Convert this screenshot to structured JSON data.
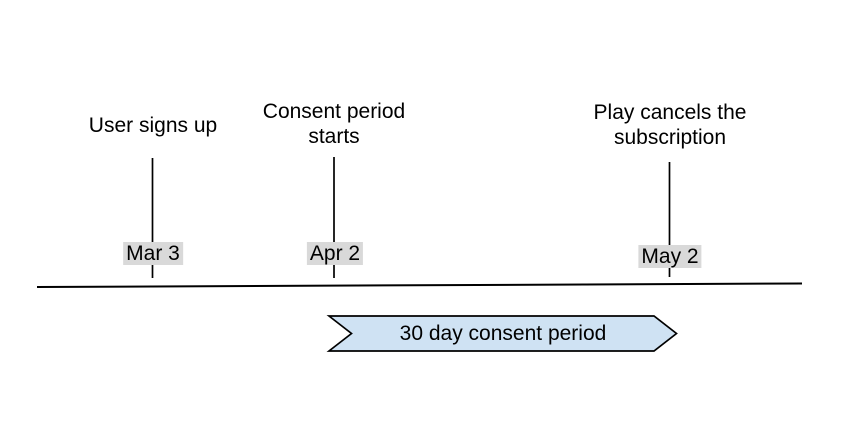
{
  "diagram": {
    "events": [
      {
        "label": "User signs up",
        "date": "Mar 3"
      },
      {
        "label": "Consent period starts",
        "date": "Apr 2"
      },
      {
        "label": "Play cancels the subscription",
        "date": "May 2"
      }
    ],
    "banner": {
      "label": "30 day consent period"
    },
    "colors": {
      "banner_fill": "#cfe2f3",
      "banner_stroke": "#000000",
      "date_label_bg": "#d9d9d9",
      "line": "#000000",
      "text": "#000000"
    }
  }
}
